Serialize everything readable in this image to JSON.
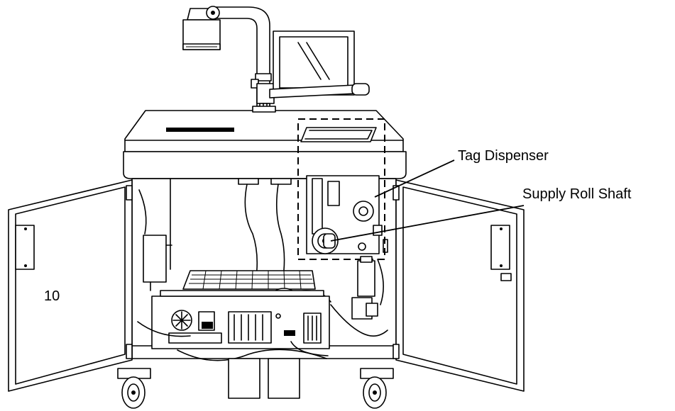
{
  "callouts": {
    "tag_dispenser": "Tag Dispenser",
    "supply_roll_shaft": "Supply Roll Shaft",
    "door_number": "10"
  }
}
